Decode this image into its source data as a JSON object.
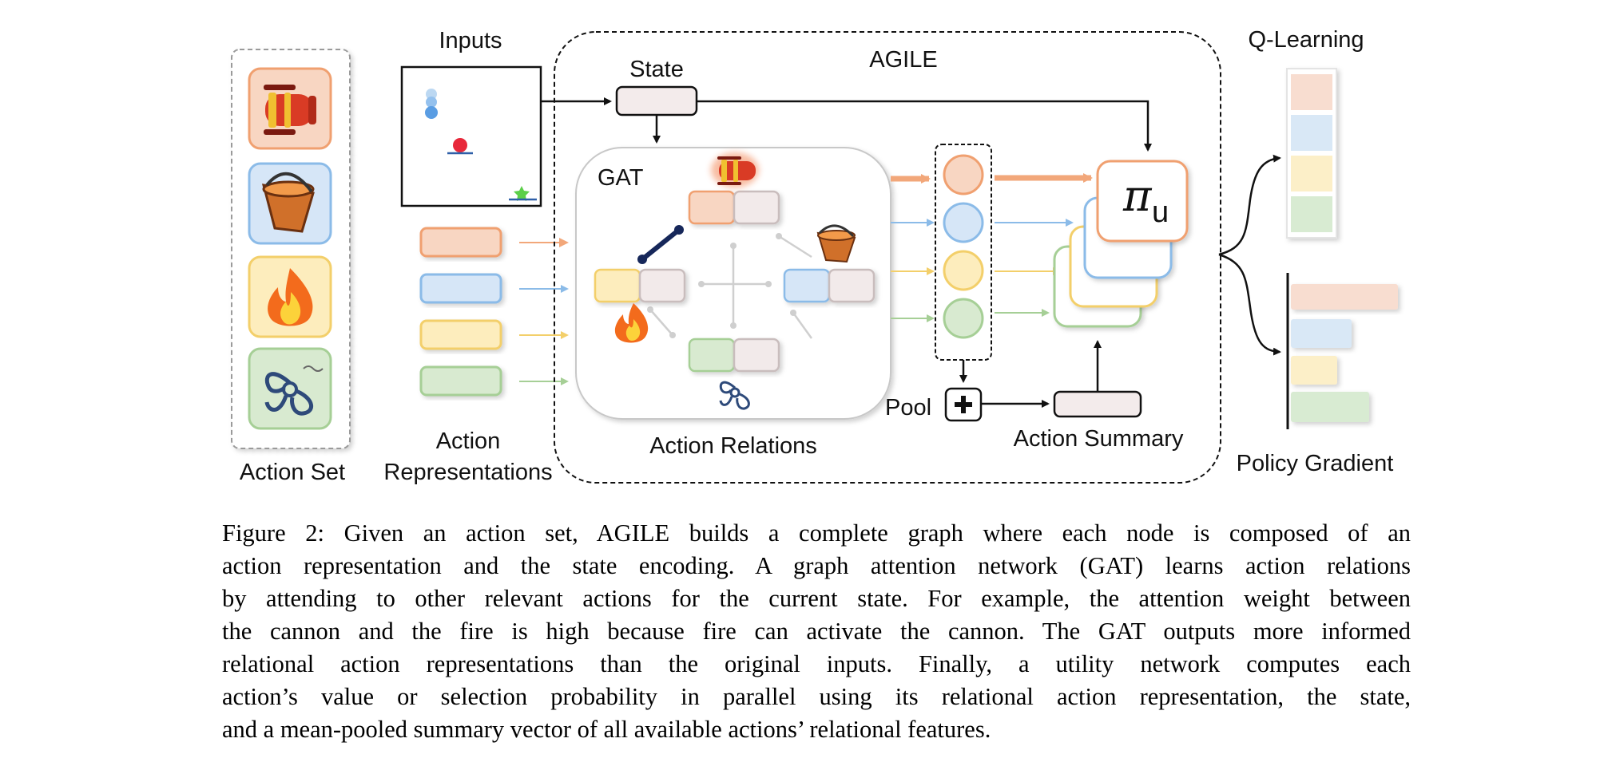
{
  "figure": {
    "labels": {
      "action_set": "Action Set",
      "inputs": "Inputs",
      "action_representations_line1": "Action",
      "action_representations_line2": "Representations",
      "state": "State",
      "agile": "AGILE",
      "gat": "GAT",
      "action_relations": "Action Relations",
      "pool": "Pool",
      "action_summary": "Action Summary",
      "pi": "π",
      "pi_subscript": "u",
      "q_learning": "Q-Learning",
      "policy_gradient": "Policy Gradient"
    },
    "action_icons": [
      "cannon-icon",
      "bucket-icon",
      "fire-icon",
      "fan-icon"
    ],
    "action_colors": {
      "orange": "#f6c9ad",
      "blue": "#bcd7f0",
      "yellow": "#fbe6a6",
      "green": "#c9e3bf"
    },
    "border_colors": {
      "orange": "#f0a070",
      "blue": "#8bbbe8",
      "yellow": "#f3cf6a",
      "green": "#a6cf96"
    }
  },
  "caption": {
    "lines": [
      "Figure 2: Given an action set, AGILE builds a complete graph where each node is composed of an",
      "action representation and the state encoding. A graph attention network (GAT) learns action relations",
      "by attending to other relevant actions for the current state. For example, the attention weight between",
      "the cannon and the fire is high because fire can activate the cannon. The GAT outputs more informed",
      "relational action representations than the original inputs. Finally, a utility network computes each",
      "action’s value or selection probability in parallel using its relational action representation, the state,",
      "and a mean-pooled summary vector of all available actions’ relational features."
    ]
  }
}
